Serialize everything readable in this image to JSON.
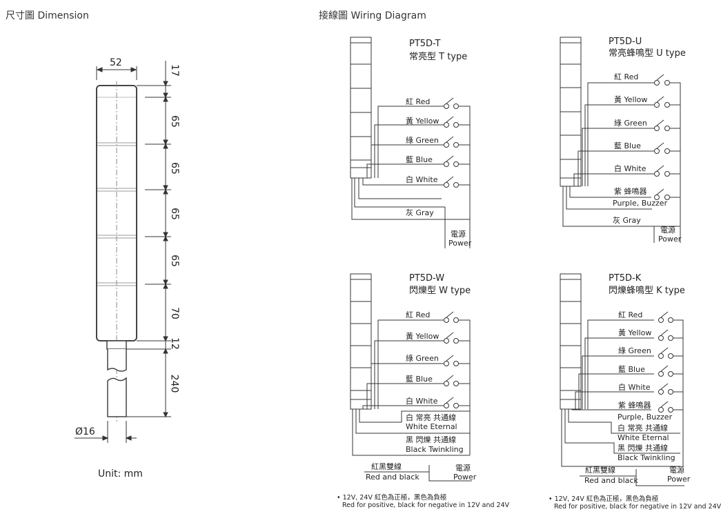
{
  "headers": {
    "dimension": "尺寸圖 Dimension",
    "wiring": "接線圖 Wiring Diagram"
  },
  "dimension": {
    "width": "52",
    "segments": [
      "17",
      "65",
      "65",
      "65",
      "65",
      "70",
      "12",
      "240"
    ],
    "diameter": "Ø16",
    "unit": "Unit: mm"
  },
  "diagrams": {
    "t": {
      "model": "PT5D-T",
      "type": "常亮型 T type",
      "wires": [
        "紅 Red",
        "黃 Yellow",
        "綠 Green",
        "藍 Blue",
        "白 White"
      ],
      "gray": "灰 Gray",
      "power1": "電源",
      "power2": "Power"
    },
    "u": {
      "model": "PT5D-U",
      "type": "常亮蜂鳴型 U type",
      "wires": [
        "紅 Red",
        "黃 Yellow",
        "綠 Green",
        "藍 Blue",
        "白 White",
        "紫 蜂鳴器"
      ],
      "buzzer_en": "Purple, Buzzer",
      "gray": "灰 Gray",
      "power1": "電源",
      "power2": "Power"
    },
    "w": {
      "model": "PT5D-W",
      "type": "閃爍型 W type",
      "wires": [
        "紅 Red",
        "黃 Yellow",
        "綠 Green",
        "藍 Blue",
        "白 White"
      ],
      "common1": "白 常亮 共通線",
      "common1_en": "White Eternal",
      "common2": "黑 閃爍 共通線",
      "common2_en": "Black Twinkling",
      "redblack": "紅黑雙線",
      "redblack_en": "Red and black",
      "power1": "電源",
      "power2": "Power",
      "note1": "• 12V, 24V 紅色為正極，黑色為負極",
      "note2": "Red for positive, black for negative in 12V and 24V"
    },
    "k": {
      "model": "PT5D-K",
      "type": "閃爍蜂鳴型 K type",
      "wires": [
        "紅 Red",
        "黃 Yellow",
        "綠 Green",
        "藍 Blue",
        "白 White",
        "紫 蜂鳴器"
      ],
      "buzzer_en": "Purple, Buzzer",
      "common1": "白 常亮 共通線",
      "common1_en": "White Eternal",
      "common2": "黑 閃爍 共通線",
      "common2_en": "Black Twinkling",
      "redblack": "紅黑雙線",
      "redblack_en": "Red and black",
      "power1": "電源",
      "power2": "Power",
      "note1": "• 12V, 24V 紅色為正極，黑色為負極",
      "note2": "Red for positive, black for negative in 12V and 24V"
    }
  }
}
